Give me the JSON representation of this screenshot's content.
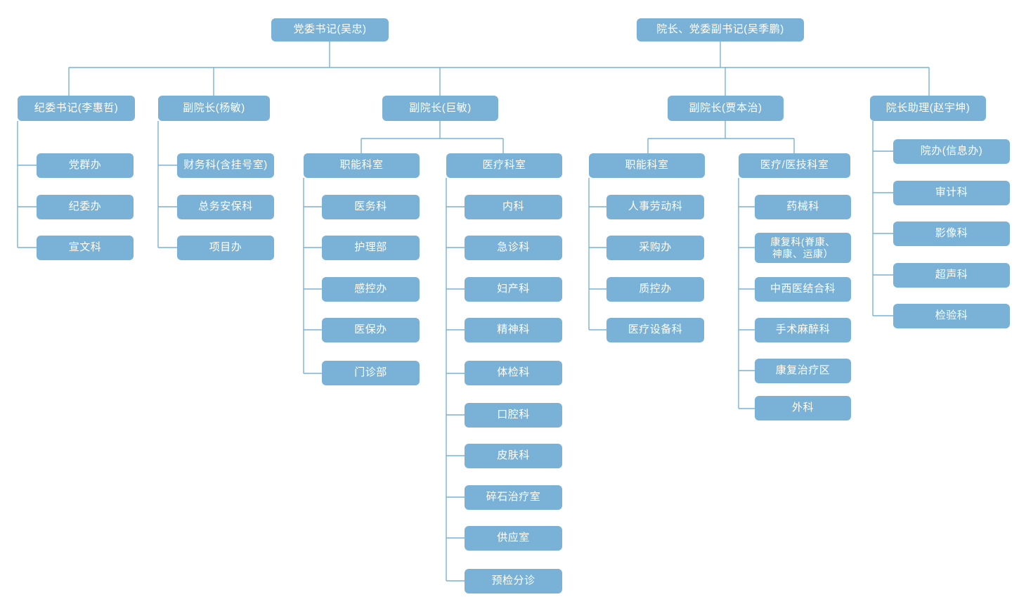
{
  "meta": {
    "title": "医院组织架构图",
    "box_color": "#79b2d6",
    "line_color": "#79b2d6",
    "text_color": "#ffffff",
    "background": "#ffffff"
  },
  "nodes": {
    "party_secretary": "党委书记(吴忠)",
    "president": "院长、党委副书记(吴季鹏)",
    "discipline_secretary": "纪委书记(李惠哲)",
    "vp_yangmin": "副院长(杨敏)",
    "vp_jumin": "副院长(巨敏)",
    "vp_jiabenzhi": "副院长(贾本治)",
    "president_assistant": "院长助理(赵宇坤)",
    "group_func_jumin": "职能科室",
    "group_med_jumin": "医疗科室",
    "group_func_jia": "职能科室",
    "group_med_jia": "医疗/医技科室"
  },
  "children": {
    "discipline_secretary": [
      "党群办",
      "纪委办",
      "宣文科"
    ],
    "vp_yangmin": [
      "财务科(含挂号室)",
      "总务安保科",
      "项目办"
    ],
    "group_func_jumin": [
      "医务科",
      "护理部",
      "感控办",
      "医保办",
      "门诊部"
    ],
    "group_med_jumin": [
      "内科",
      "急诊科",
      "妇产科",
      "精神科",
      "体检科",
      "口腔科",
      "皮肤科",
      "碎石治疗室",
      "供应室",
      "预检分诊"
    ],
    "group_func_jia": [
      "人事劳动科",
      "采购办",
      "质控办",
      "医疗设备科"
    ],
    "group_med_jia": [
      "药械科",
      "康复科(脊康、\n神康、运康）",
      "中西医结合科",
      "手术麻醉科",
      "康复治疗区",
      "外科"
    ],
    "president_assistant": [
      "院办(信息办)",
      "审计科",
      "影像科",
      "超声科",
      "检验科"
    ]
  }
}
